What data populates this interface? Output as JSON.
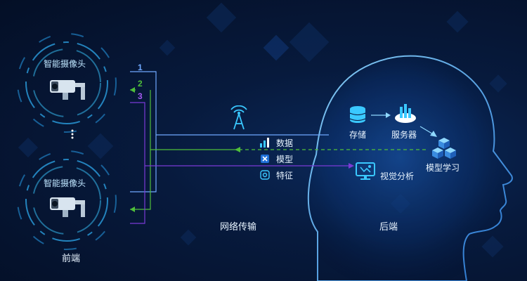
{
  "front": {
    "camera_label_top": "智能摄像头",
    "camera_label_bottom": "智能摄像头",
    "section_label": "前端"
  },
  "channels": {
    "ch1": "1",
    "ch2": "2",
    "ch3": "3"
  },
  "network": {
    "section_label": "网络传输",
    "items": [
      {
        "label": "数据",
        "icon": "bar-chart-icon"
      },
      {
        "label": "模型",
        "icon": "model-cube-icon"
      },
      {
        "label": "特征",
        "icon": "feature-icon"
      }
    ],
    "antenna_icon": "antenna-icon"
  },
  "backend": {
    "section_label": "后端",
    "storage": "存储",
    "server": "服务器",
    "model_learning": "模型学习",
    "visual_analysis": "视觉分析"
  },
  "colors": {
    "accent_cyan": "#3ac8ff",
    "line_green": "#4fbf3a",
    "line_purple": "#7a3ad6",
    "line_blue": "#6fa8ff"
  }
}
